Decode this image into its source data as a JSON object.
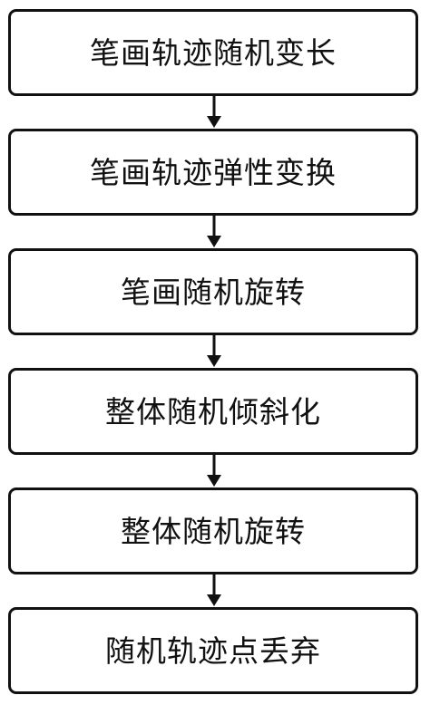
{
  "diagram": {
    "type": "flowchart",
    "steps": [
      {
        "id": "step-1",
        "label": "笔画轨迹随机变长"
      },
      {
        "id": "step-2",
        "label": "笔画轨迹弹性变换"
      },
      {
        "id": "step-3",
        "label": "笔画随机旋转"
      },
      {
        "id": "step-4",
        "label": "整体随机倾斜化"
      },
      {
        "id": "step-5",
        "label": "整体随机旋转"
      },
      {
        "id": "step-6",
        "label": "随机轨迹点丢弃"
      }
    ],
    "connectors": [
      {
        "from": "step-1",
        "to": "step-2"
      },
      {
        "from": "step-2",
        "to": "step-3"
      },
      {
        "from": "step-3",
        "to": "step-4"
      },
      {
        "from": "step-4",
        "to": "step-5"
      },
      {
        "from": "step-5",
        "to": "step-6"
      }
    ],
    "colors": {
      "border": "#111111",
      "text": "#111111",
      "background": "#ffffff",
      "arrow": "#111111"
    }
  }
}
